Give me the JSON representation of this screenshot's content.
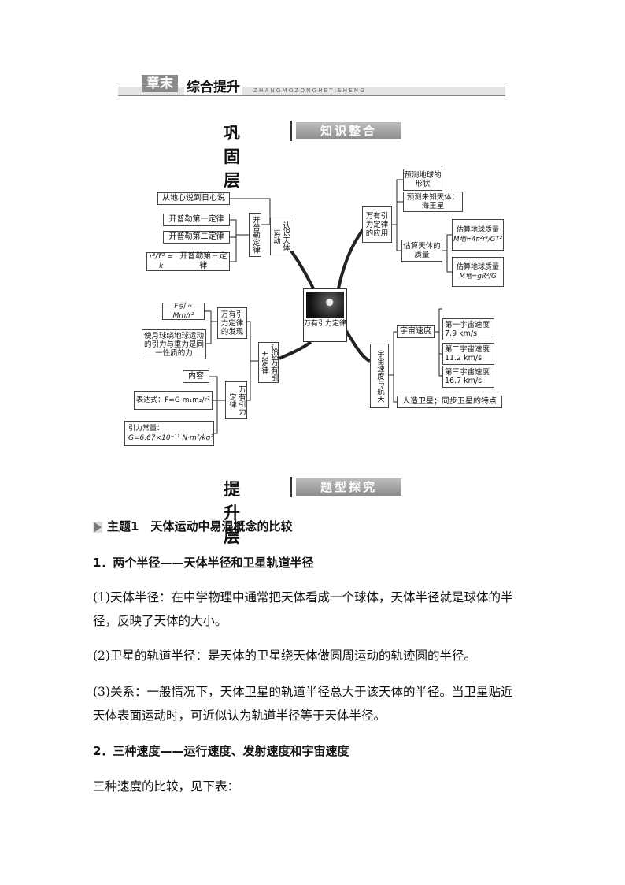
{
  "header": {
    "chapter_tag": "章末",
    "chapter_title": "综合提升",
    "pinyin": "ZHANGMOZONGHETISHENG"
  },
  "section1": {
    "title": "巩固层",
    "tag": "知识整合"
  },
  "section2": {
    "title": "提升层",
    "tag": "题型探究"
  },
  "mindmap": {
    "center": "万有引力定律",
    "left_top": {
      "branch": "认识天体运动",
      "sub": "开普勒定律",
      "item_heliocentric": "从地心说到日心说",
      "law1": "开普勒第一定律",
      "law2": "开普勒第二定律",
      "law3_formula": "r³/T² = k",
      "law3": "开普勒第三定律"
    },
    "left_bottom": {
      "branch": "认识万有引力定律",
      "discovery": "万有引力定律的发现",
      "formula_prop": "F引 ∝ Mm/r²",
      "moon_note": "使月球绕地球运动的引力与重力是同一性质的力",
      "law": "万有引力定律",
      "content": "内容",
      "expression": "表达式：F=G m₁m₂/r²",
      "constant_label": "引力常量：",
      "constant_value": "G=6.67×10⁻¹¹ N·m²/kg²"
    },
    "right_top": {
      "branch": "万有引力定律的应用",
      "predict_earth": "预测地球的形状",
      "predict_unknown": "预测未知天体：海王星",
      "estimate": "估算天体的质量",
      "earth_mass1": "估算地球质量",
      "earth_mass1_formula": "M地=4π²r³/GT²",
      "earth_mass2": "估算地球质量",
      "earth_mass2_formula": "M地=gR²/G"
    },
    "right_bottom": {
      "branch": "宇宙速度与航天",
      "cosmic": "宇宙速度",
      "v1": "第一宇宙速度",
      "v1_val": "7.9 km/s",
      "v2": "第二宇宙速度",
      "v2_val": "11.2 km/s",
      "v3": "第三宇宙速度",
      "v3_val": "16.7 km/s",
      "satellite": "人造卫星；同步卫星的特点"
    }
  },
  "content": {
    "topic": "主题1　天体运动中易混概念的比较",
    "h1": "1．两个半径——天体半径和卫星轨道半径",
    "p1_line1": "(1)天体半径：在中学物理中通常把天体看成一个球体，天体半径就是球体的半",
    "p1_line2": "径，反映了天体的大小。",
    "p2": "(2)卫星的轨道半径：是天体的卫星绕天体做圆周运动的轨迹圆的半径。",
    "p3_line1": "(3)关系：一般情况下，天体卫星的轨道半径总大于该天体的半径。当卫星贴近",
    "p3_line2": "天体表面运动时，可近似认为轨道半径等于天体半径。",
    "h2": "2．三种速度——运行速度、发射速度和宇宙速度",
    "p4": "三种速度的比较，见下表："
  }
}
